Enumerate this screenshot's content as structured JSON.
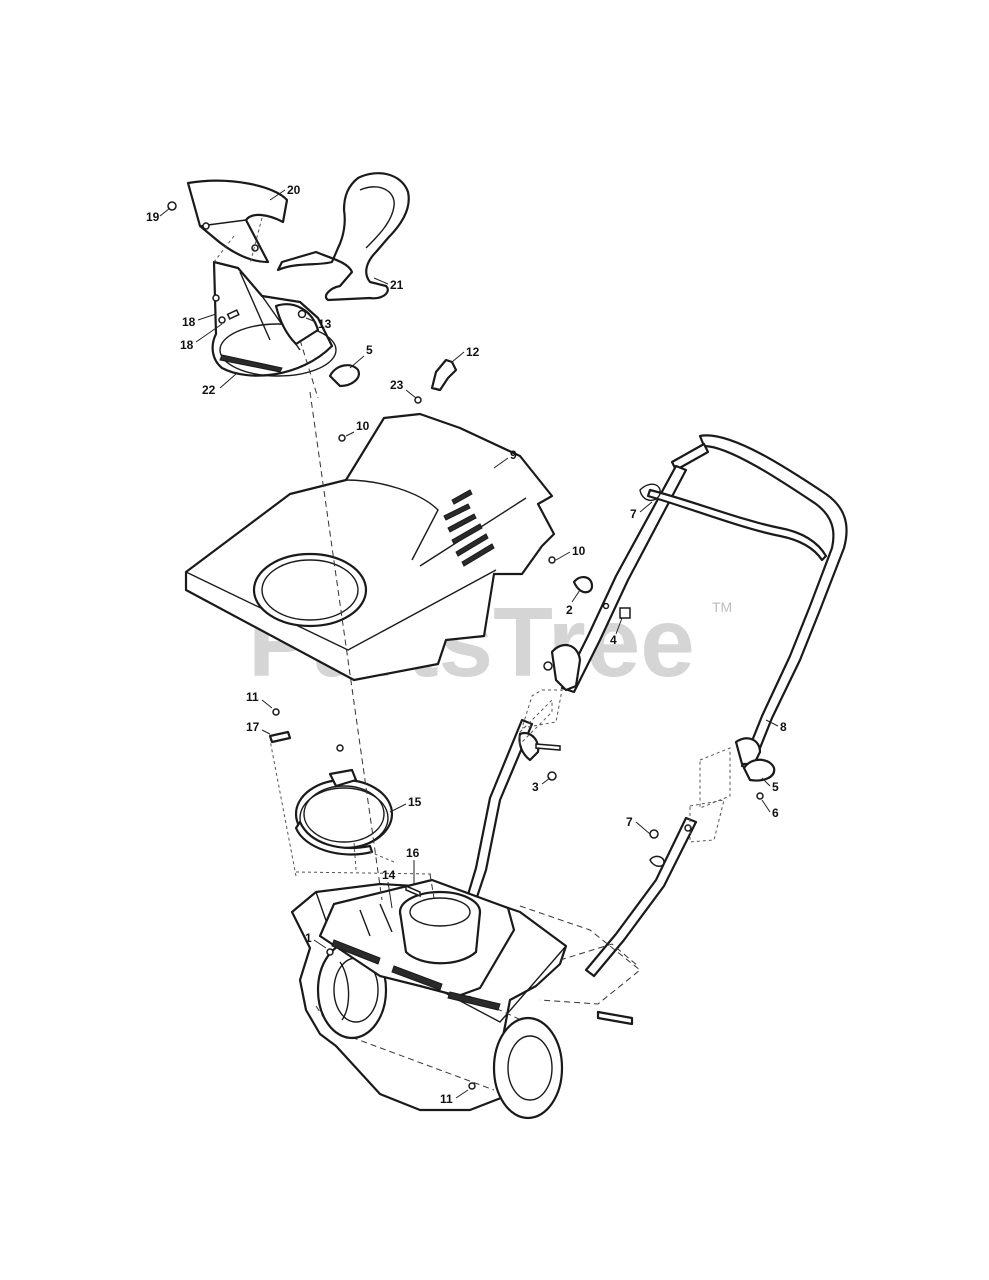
{
  "watermark": {
    "text": "PartsTree",
    "trademark": "TM"
  },
  "callouts": {
    "c1": "1",
    "c2": "2",
    "c3": "3",
    "c4": "4",
    "c5a": "5",
    "c5b": "5",
    "c6": "6",
    "c7a": "7",
    "c7b": "7",
    "c8": "8",
    "c9": "9",
    "c10a": "10",
    "c10b": "10",
    "c11a": "11",
    "c11b": "11",
    "c12": "12",
    "c13": "13",
    "c14": "14",
    "c15": "15",
    "c16": "16",
    "c17": "17",
    "c18a": "18",
    "c18b": "18",
    "c19": "19",
    "c20": "20",
    "c21": "21",
    "c22": "22",
    "c23": "23"
  }
}
